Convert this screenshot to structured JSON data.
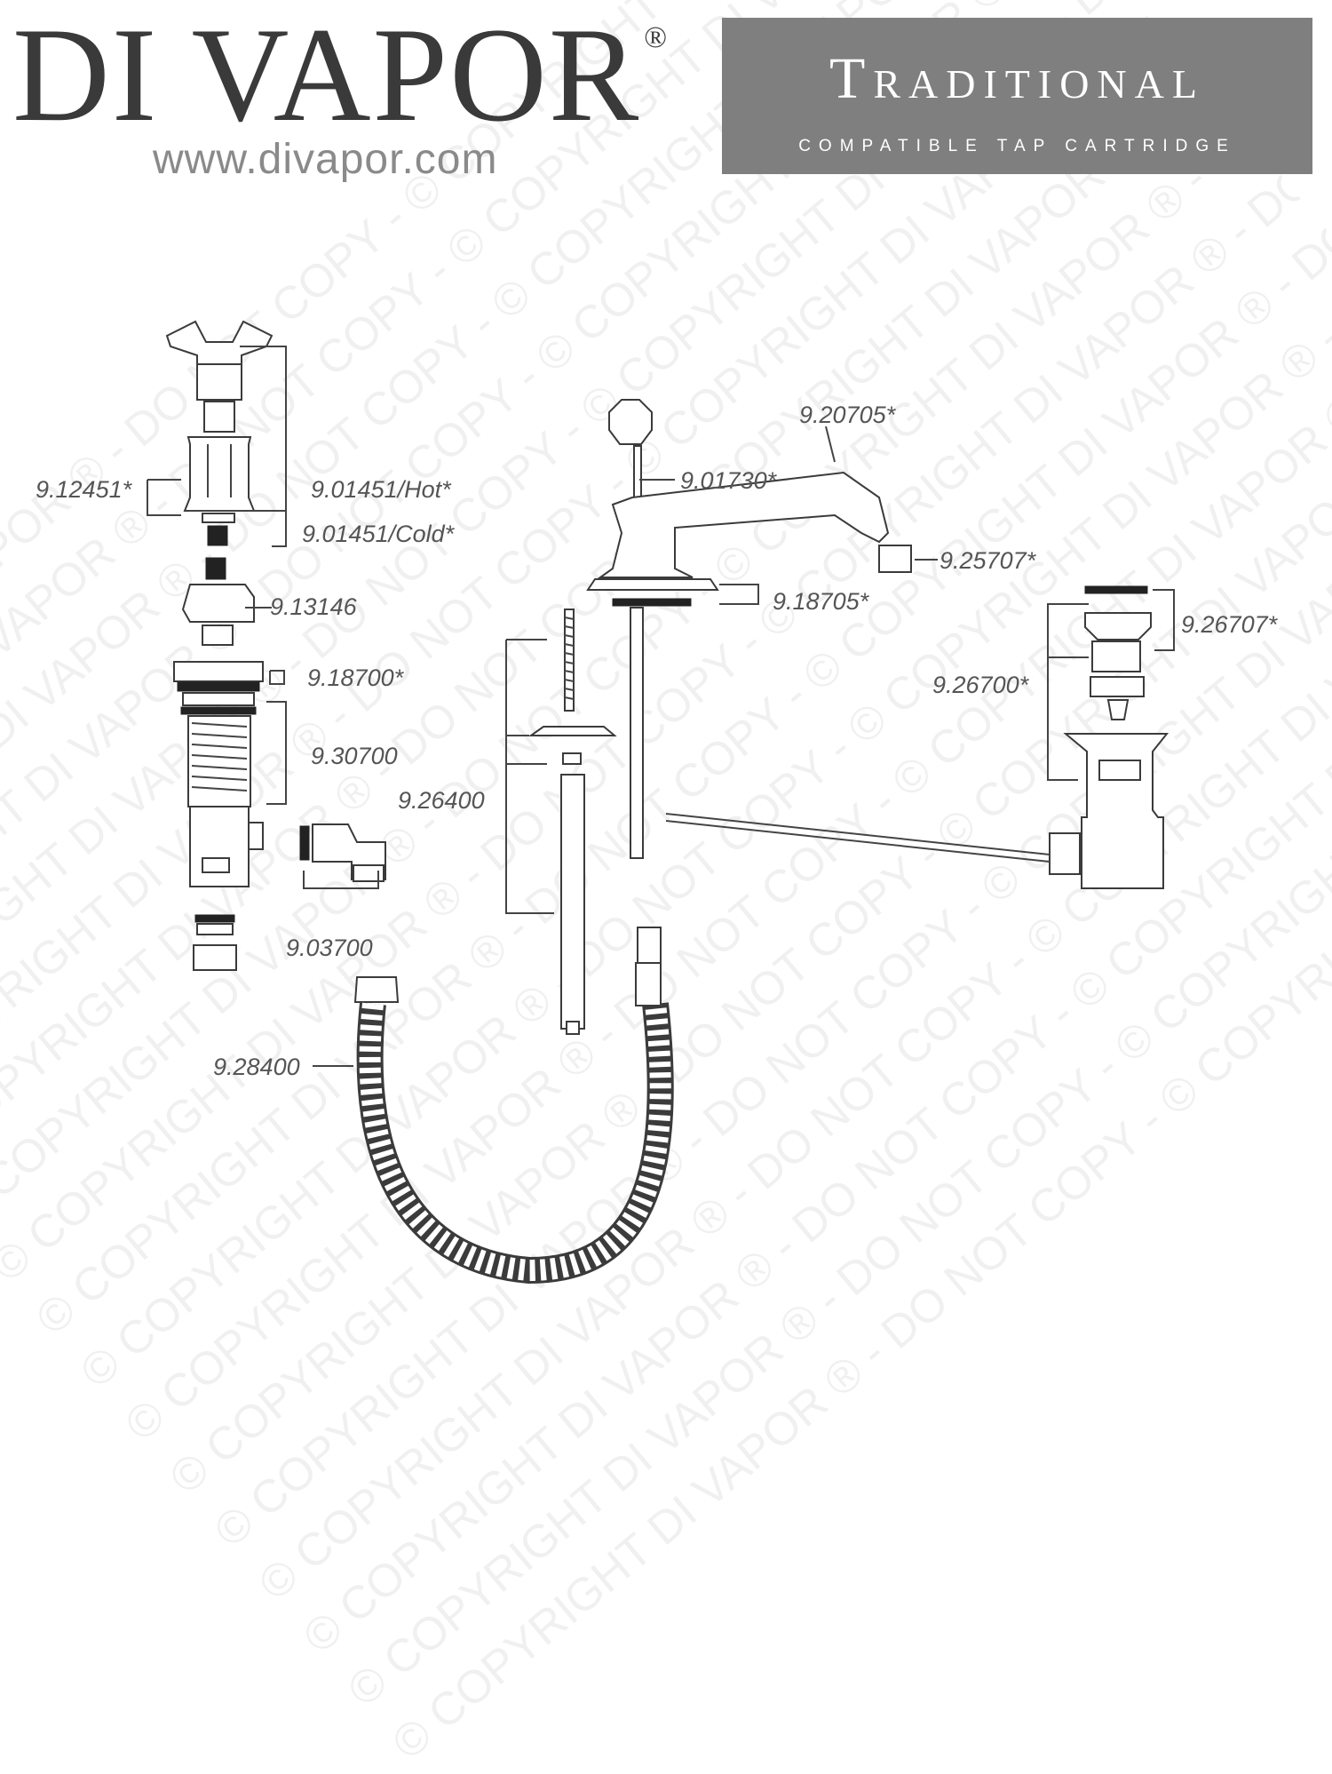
{
  "brand": {
    "name": "DI VAPOR",
    "registered": "®",
    "url": "www.divapor.com"
  },
  "banner": {
    "title": "Traditional",
    "subtitle": "COMPATIBLE TAP CARTRIDGE",
    "background": "#7f7f7f"
  },
  "watermark": {
    "text": "© COPYRIGHT DI VAPOR ® - DO NOT COPY - "
  },
  "labels": {
    "p_912451": "9.12451*",
    "p_901451_hot": "9.01451/Hot*",
    "p_901451_cold": "9.01451/Cold*",
    "p_913146": "9.13146",
    "p_918700": "9.18700*",
    "p_930700": "9.30700",
    "p_903700": "9.03700",
    "p_926400": "9.26400",
    "p_928400": "9.28400",
    "p_920705": "9.20705*",
    "p_901730": "9.01730*",
    "p_925707": "9.25707*",
    "p_918705": "9.18705*",
    "p_926707": "9.26707*",
    "p_926700": "9.26700*"
  }
}
